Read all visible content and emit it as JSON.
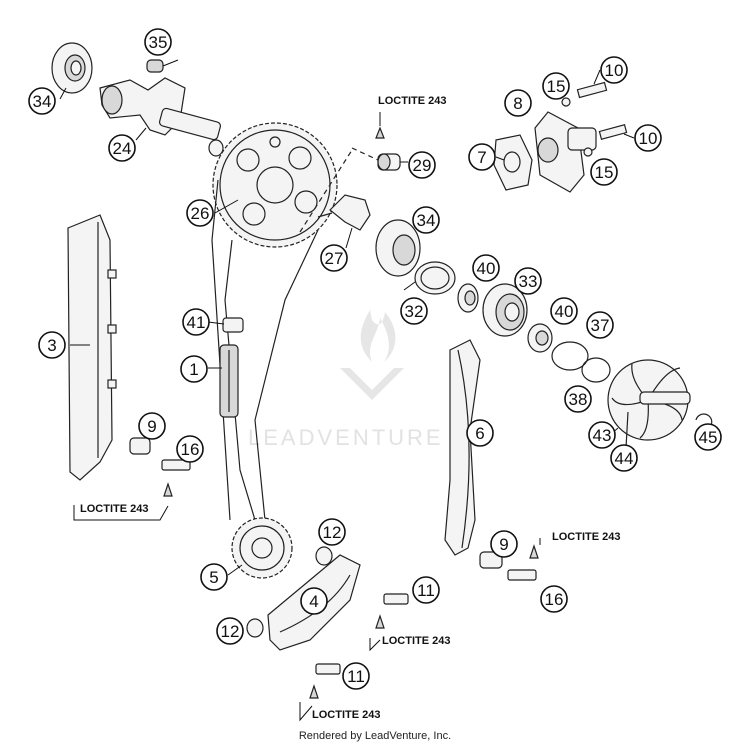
{
  "diagram": {
    "callouts": [
      {
        "id": "c-35",
        "label": "35"
      },
      {
        "id": "c-34a",
        "label": "34"
      },
      {
        "id": "c-24",
        "label": "24"
      },
      {
        "id": "c-26",
        "label": "26"
      },
      {
        "id": "c-27",
        "label": "27"
      },
      {
        "id": "c-29",
        "label": "29"
      },
      {
        "id": "c-10a",
        "label": "10"
      },
      {
        "id": "c-15a",
        "label": "15"
      },
      {
        "id": "c-8",
        "label": "8"
      },
      {
        "id": "c-7",
        "label": "7"
      },
      {
        "id": "c-10b",
        "label": "10"
      },
      {
        "id": "c-15b",
        "label": "15"
      },
      {
        "id": "c-34b",
        "label": "34"
      },
      {
        "id": "c-40a",
        "label": "40"
      },
      {
        "id": "c-33",
        "label": "33"
      },
      {
        "id": "c-32",
        "label": "32"
      },
      {
        "id": "c-40b",
        "label": "40"
      },
      {
        "id": "c-37",
        "label": "37"
      },
      {
        "id": "c-38",
        "label": "38"
      },
      {
        "id": "c-43",
        "label": "43"
      },
      {
        "id": "c-44",
        "label": "44"
      },
      {
        "id": "c-45",
        "label": "45"
      },
      {
        "id": "c-3",
        "label": "3"
      },
      {
        "id": "c-41",
        "label": "41"
      },
      {
        "id": "c-1",
        "label": "1"
      },
      {
        "id": "c-9a",
        "label": "9"
      },
      {
        "id": "c-16a",
        "label": "16"
      },
      {
        "id": "c-6",
        "label": "6"
      },
      {
        "id": "c-9b",
        "label": "9"
      },
      {
        "id": "c-16b",
        "label": "16"
      },
      {
        "id": "c-12a",
        "label": "12"
      },
      {
        "id": "c-5",
        "label": "5"
      },
      {
        "id": "c-4",
        "label": "4"
      },
      {
        "id": "c-11a",
        "label": "11"
      },
      {
        "id": "c-12b",
        "label": "12"
      },
      {
        "id": "c-11b",
        "label": "11"
      }
    ],
    "loctite_labels": [
      {
        "id": "l-1",
        "text": "LOCTITE 243"
      },
      {
        "id": "l-2",
        "text": "LOCTITE 243"
      },
      {
        "id": "l-3",
        "text": "LOCTITE 243"
      },
      {
        "id": "l-4",
        "text": "LOCTITE 243"
      },
      {
        "id": "l-5",
        "text": "LOCTITE 243"
      }
    ],
    "watermark": "LEADVENTURE",
    "footer": "Rendered by LeadVenture, Inc."
  }
}
